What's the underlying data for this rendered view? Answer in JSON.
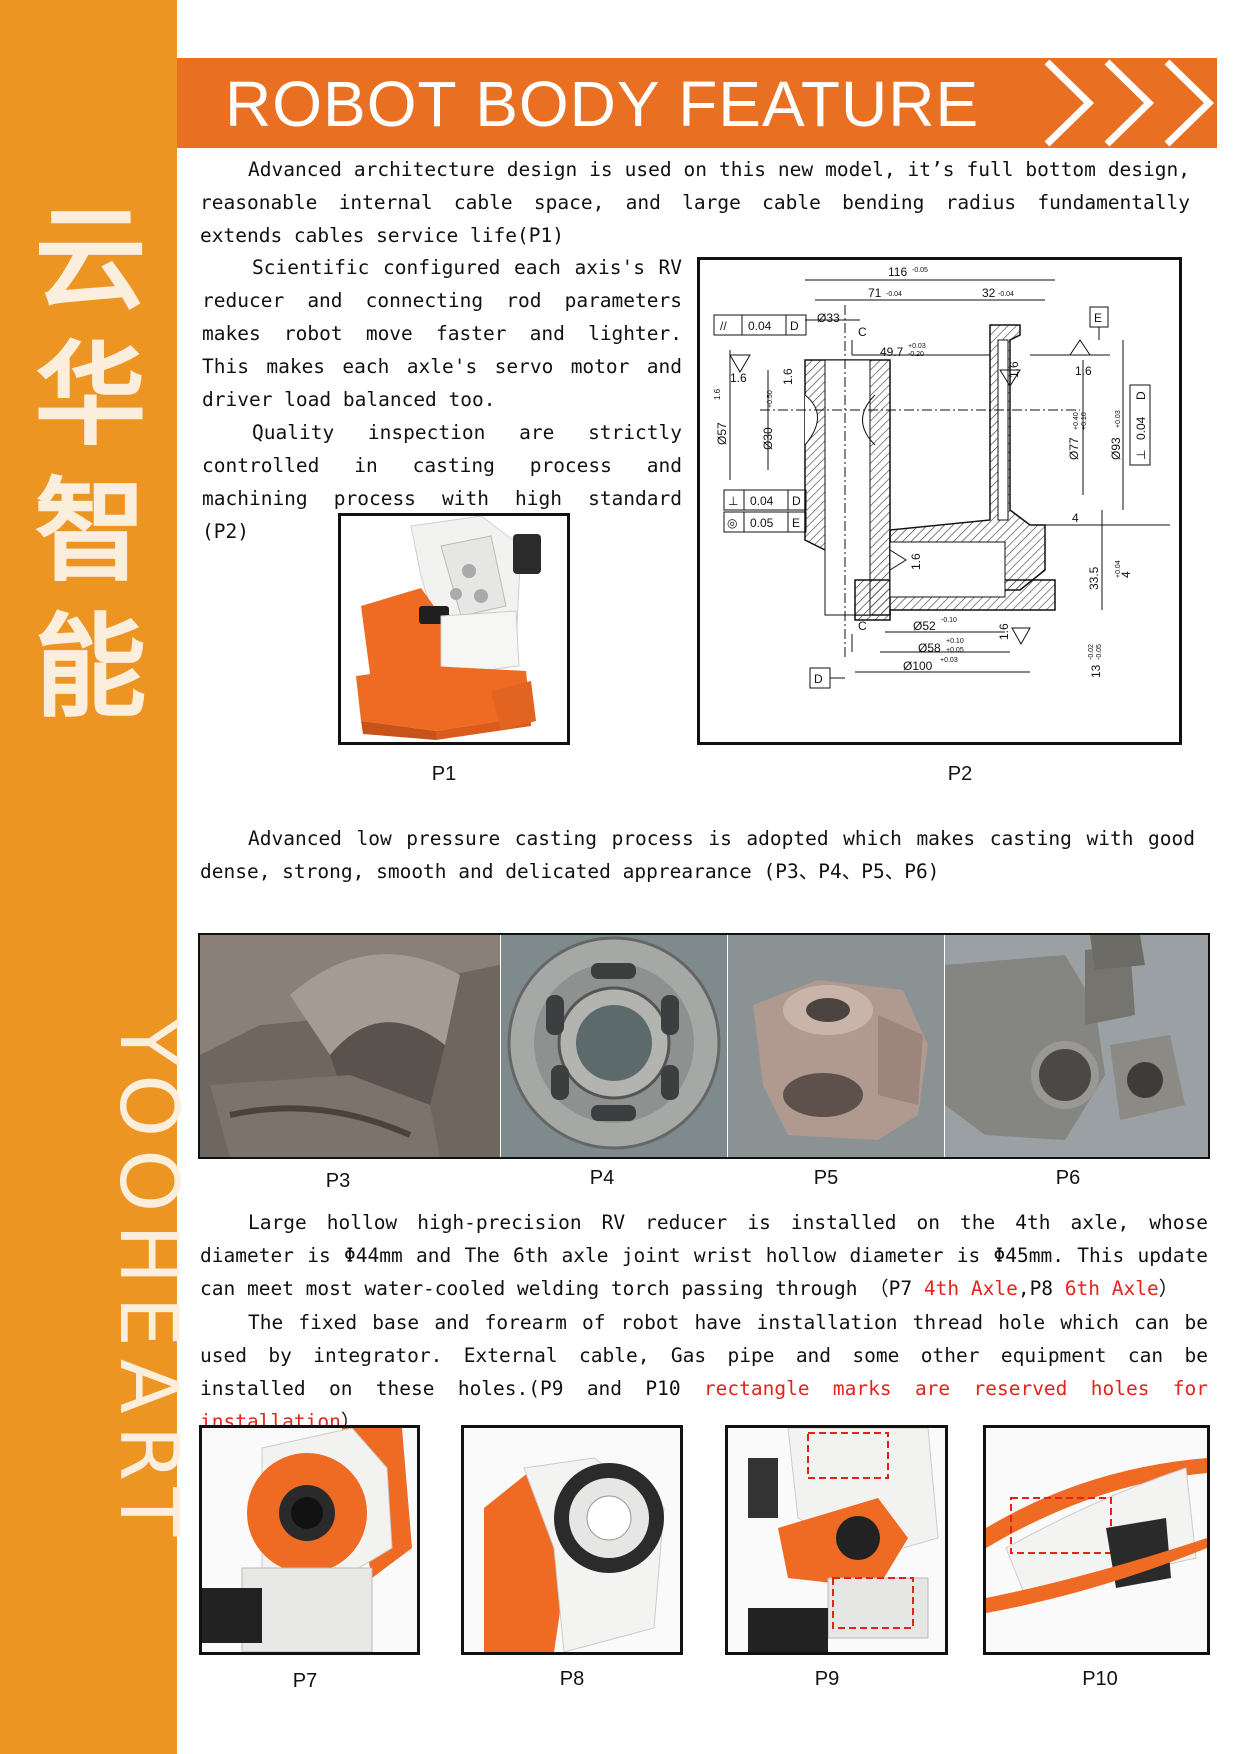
{
  "sidebar": {
    "cn_text": [
      "云",
      "华",
      "智",
      "能"
    ],
    "en_text": "YOOHEART"
  },
  "header": {
    "title": "ROBOT BODY FEATURE"
  },
  "paragraphs": {
    "p_intro": "Advanced architecture design is used on this new model, it’s full bottom design, reasonable internal cable space, and large cable bending radius fundamentally extends cables service life(P1)",
    "p_scientific": "Scientific configured each axis's RV reducer and connecting rod parameters makes robot move faster and lighter. This makes each axle's servo motor and driver load balanced too.",
    "p_quality": "Quality inspection are strictly controlled in casting process and machining process with high standard (P2)",
    "p_casting": "Advanced low pressure casting process is adopted which makes casting with good dense, strong, smooth and delicated apprearance (P3、P4、P5、P6)",
    "p_hollow_a": "Large hollow high-precision RV reducer is installed on the 4th axle, whose diameter is Φ44mm and The 6th axle joint wrist hollow diameter is Φ45mm. This update can meet most water-cooled welding torch passing through （P7 ",
    "p_hollow_red1": "4th Axle",
    "p_hollow_b": ",P8 ",
    "p_hollow_red2": "6th Axle",
    "p_hollow_c": "）",
    "p_base_a": "The fixed base and forearm of robot have installation thread hole which can be used by integrator. External cable, Gas pipe and some other equipment can be installed on these holes.(P9 and P10 ",
    "p_base_red": "rectangle marks are reserved holes for installation",
    "p_base_c": "）"
  },
  "captions": {
    "p1": "P1",
    "p2": "P2",
    "p3": "P3",
    "p4": "P4",
    "p5": "P5",
    "p6": "P6",
    "p7": "P7",
    "p8": "P8",
    "p9": "P9",
    "p10": "P10"
  },
  "drawing": {
    "dim_116": "116",
    "dim_116_tol": "-0.05",
    "dim_71": "71",
    "dim_71_tol": "-0.04",
    "dim_32": "32",
    "dim_32_tol": "-0.04",
    "dia_33": "Ø33",
    "dim_49_7": "49.7",
    "dim_49_7_tol_up": "+0.03",
    "dim_49_7_tol_dn": "-0.20",
    "ra": "1.6",
    "dia_57": "Ø57",
    "dia_30": "Ø30",
    "dia_30_tol": "+0.50",
    "dia_77": "Ø77",
    "dia_77_tol_up": "+0.40",
    "dia_77_tol_dn": "+0.10",
    "dia_93": "Ø93",
    "dia_93_tol": "+0.03",
    "fc1_sym": "//",
    "fc1_val": "0.04",
    "fc1_ref": "D",
    "fc2_sym": "⊥",
    "fc2_val": "0.04",
    "fc2_ref": "D",
    "fc3_sym": "◎",
    "fc3_val": "0.05",
    "fc3_ref": "E",
    "fc4_sym": "⊥",
    "fc4_val": "0.04",
    "fc4_ref": "D",
    "datum_c": "C",
    "datum_e": "E",
    "datum_d": "D",
    "dim_4": "4",
    "dim_4_tol": "+0.04",
    "dim_33_5": "33.5",
    "dim_13": "13",
    "dim_13_tol_up": "-0.02",
    "dim_13_tol_dn": "-0.05",
    "dia_52": "Ø52",
    "dia_52_tol": "-0.10",
    "dia_58": "Ø58",
    "dia_58_tol_up": "+0.10",
    "dia_58_tol_dn": "+0.05",
    "dia_100": "Ø100",
    "dia_100_tol": "+0.03"
  },
  "colors": {
    "sidebar": "#ec9522",
    "header": "#e96f22",
    "accent_red": "#e3231b",
    "robot_orange": "#ef6a22"
  }
}
